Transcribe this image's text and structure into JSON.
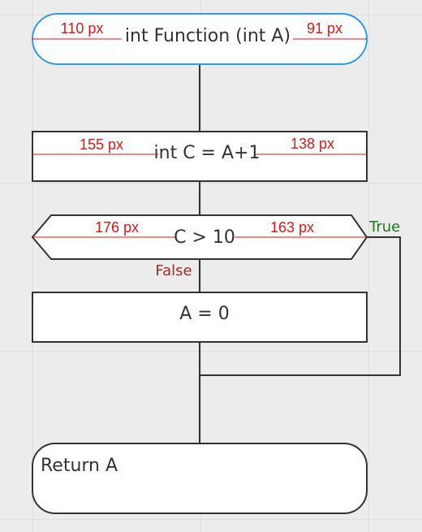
{
  "diagram": {
    "nodes": {
      "function": {
        "label": "int Function (int A)",
        "left_measure": "110 px",
        "right_measure": "91 px"
      },
      "assign_c": {
        "label": "int C = A+1",
        "left_measure": "155 px",
        "right_measure": "138 px"
      },
      "condition": {
        "label": "C > 10",
        "left_measure": "176 px",
        "right_measure": "163 px"
      },
      "assign_a": {
        "label": "A = 0"
      },
      "return": {
        "label": "Return A"
      }
    },
    "branches": {
      "true_label": "True",
      "false_label": "False"
    },
    "colors": {
      "terminal_border": "#2f9be8",
      "node_border": "#333333",
      "measure": "#e01616",
      "true": "#1a7a1a",
      "false": "#a52a2a"
    }
  }
}
